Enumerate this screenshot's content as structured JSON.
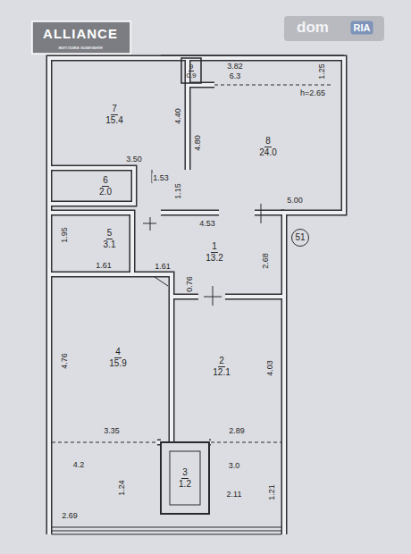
{
  "diagram": {
    "nodes": [
      {
        "text": [
          "9",
          "0.9"
        ]
      },
      {
        "text": [
          "7",
          "15.4"
        ]
      },
      {
        "text": [
          "8",
          "24.0"
        ]
      },
      {
        "text": [
          "6",
          "2.0"
        ]
      },
      {
        "text": [
          "5",
          "3.1"
        ]
      },
      {
        "text": [
          "1",
          "13.2"
        ]
      },
      {
        "text": [
          "51"
        ]
      },
      {
        "text": [
          "4",
          "15.9"
        ]
      },
      {
        "text": [
          "2",
          "12.1"
        ]
      },
      {
        "text": [
          "3",
          "1.2"
        ]
      }
    ],
    "labels": [
      "ALLIANCE",
      "житлова компанія",
      "dom",
      "RIA",
      "3.82",
      "6.3",
      "1.25",
      "h=2.65",
      "4.40",
      "3.50",
      "1.53",
      "4.80",
      "1.15",
      "5.00",
      "4.53",
      "1.95",
      "1.61",
      "1.61",
      "2.68",
      "0.76",
      "4.76",
      "4.03",
      "3.35",
      "2.89",
      "4.2",
      "1.24",
      "3.0",
      "1.21",
      "2.69",
      "2.11"
    ]
  }
}
